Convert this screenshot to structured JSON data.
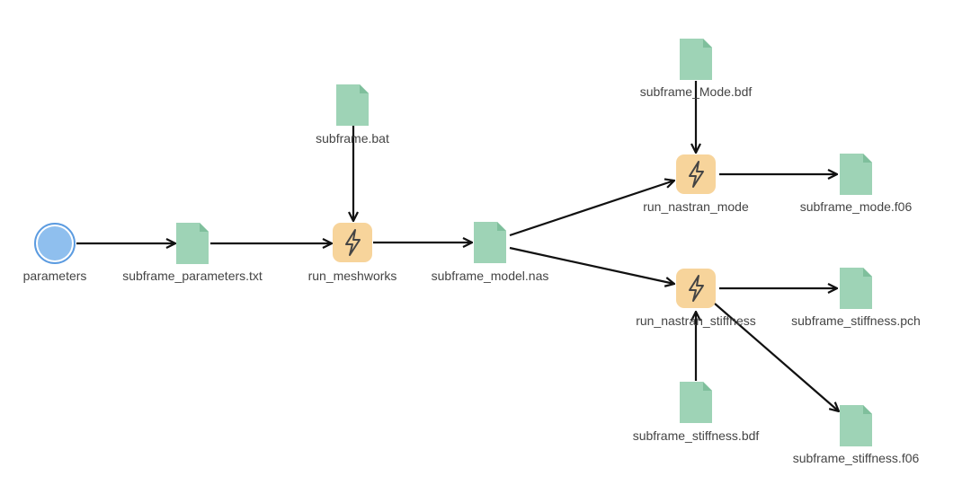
{
  "diagram": {
    "nodes": [
      {
        "id": "parameters",
        "kind": "start",
        "label": "parameters"
      },
      {
        "id": "subframe_parameters_txt",
        "kind": "file",
        "label": "subframe_parameters.txt"
      },
      {
        "id": "subframe_bat",
        "kind": "file",
        "label": "subframe.bat"
      },
      {
        "id": "run_meshworks",
        "kind": "task",
        "label": "run_meshworks"
      },
      {
        "id": "subframe_model_nas",
        "kind": "file",
        "label": "subframe_model.nas"
      },
      {
        "id": "subframe_mode_bdf",
        "kind": "file",
        "label": "subframe_Mode.bdf"
      },
      {
        "id": "run_nastran_mode",
        "kind": "task",
        "label": "run_nastran_mode"
      },
      {
        "id": "subframe_mode_f06",
        "kind": "file",
        "label": "subframe_mode.f06"
      },
      {
        "id": "run_nastran_stiffness",
        "kind": "task",
        "label": "run_nastran_stiffness"
      },
      {
        "id": "subframe_stiffness_pch",
        "kind": "file",
        "label": "subframe_stiffness.pch"
      },
      {
        "id": "subframe_stiffness_bdf",
        "kind": "file",
        "label": "subframe_stiffness.bdf"
      },
      {
        "id": "subframe_stiffness_f06",
        "kind": "file",
        "label": "subframe_stiffness.f06"
      }
    ],
    "edges": [
      {
        "from": "parameters",
        "to": "subframe_parameters_txt"
      },
      {
        "from": "subframe_parameters_txt",
        "to": "run_meshworks"
      },
      {
        "from": "subframe_bat",
        "to": "run_meshworks"
      },
      {
        "from": "run_meshworks",
        "to": "subframe_model_nas"
      },
      {
        "from": "subframe_model_nas",
        "to": "run_nastran_mode"
      },
      {
        "from": "subframe_model_nas",
        "to": "run_nastran_stiffness"
      },
      {
        "from": "subframe_mode_bdf",
        "to": "run_nastran_mode"
      },
      {
        "from": "run_nastran_mode",
        "to": "subframe_mode_f06"
      },
      {
        "from": "run_nastran_stiffness",
        "to": "subframe_stiffness_pch"
      },
      {
        "from": "subframe_stiffness_bdf",
        "to": "run_nastran_stiffness"
      },
      {
        "from": "run_nastran_stiffness",
        "to": "subframe_stiffness_f06"
      }
    ],
    "colors": {
      "start_fill": "#8fbfee",
      "start_stroke": "#5b9be0",
      "file_fill": "#9ed3b6",
      "file_fold": "#7fbf9c",
      "task_fill": "#f7d49b",
      "task_icon": "#444444",
      "edge": "#111111",
      "label": "#444444"
    },
    "icons": {
      "start": "start-event-circle-icon",
      "file": "data-file-icon",
      "task": "lightning-bolt-icon"
    }
  }
}
